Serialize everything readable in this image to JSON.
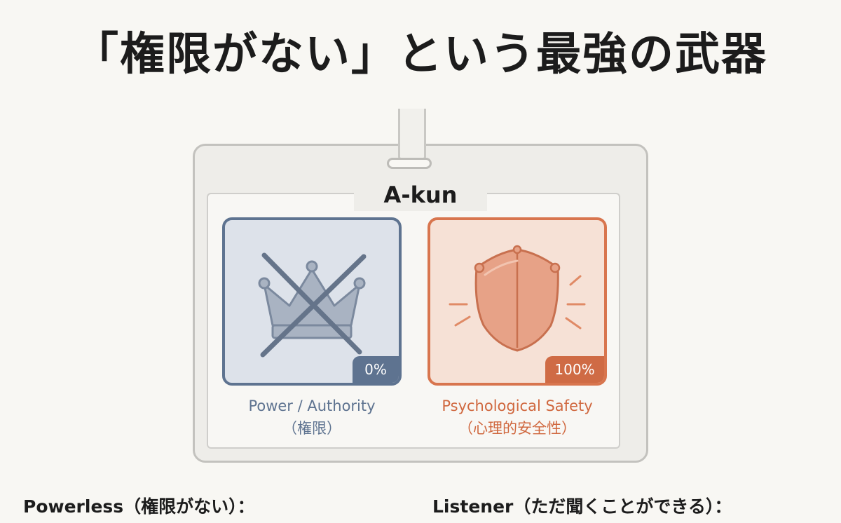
{
  "title": "「権限がない」という最強の武器",
  "badge": {
    "name": "A-kun"
  },
  "panels": {
    "power": {
      "icon": "crossed-crown-icon",
      "percent": "0%",
      "label": "Power / Authority",
      "sublabel": "（権限）",
      "color": "#5e7390"
    },
    "safety": {
      "icon": "shield-icon",
      "percent": "100%",
      "label": "Psychological Safety",
      "sublabel": "（心理的安全性）",
      "color": "#d0683f"
    }
  },
  "footer": {
    "left": "Powerless（権限がない）：",
    "right": "Listener（ただ聞くことができる）："
  }
}
